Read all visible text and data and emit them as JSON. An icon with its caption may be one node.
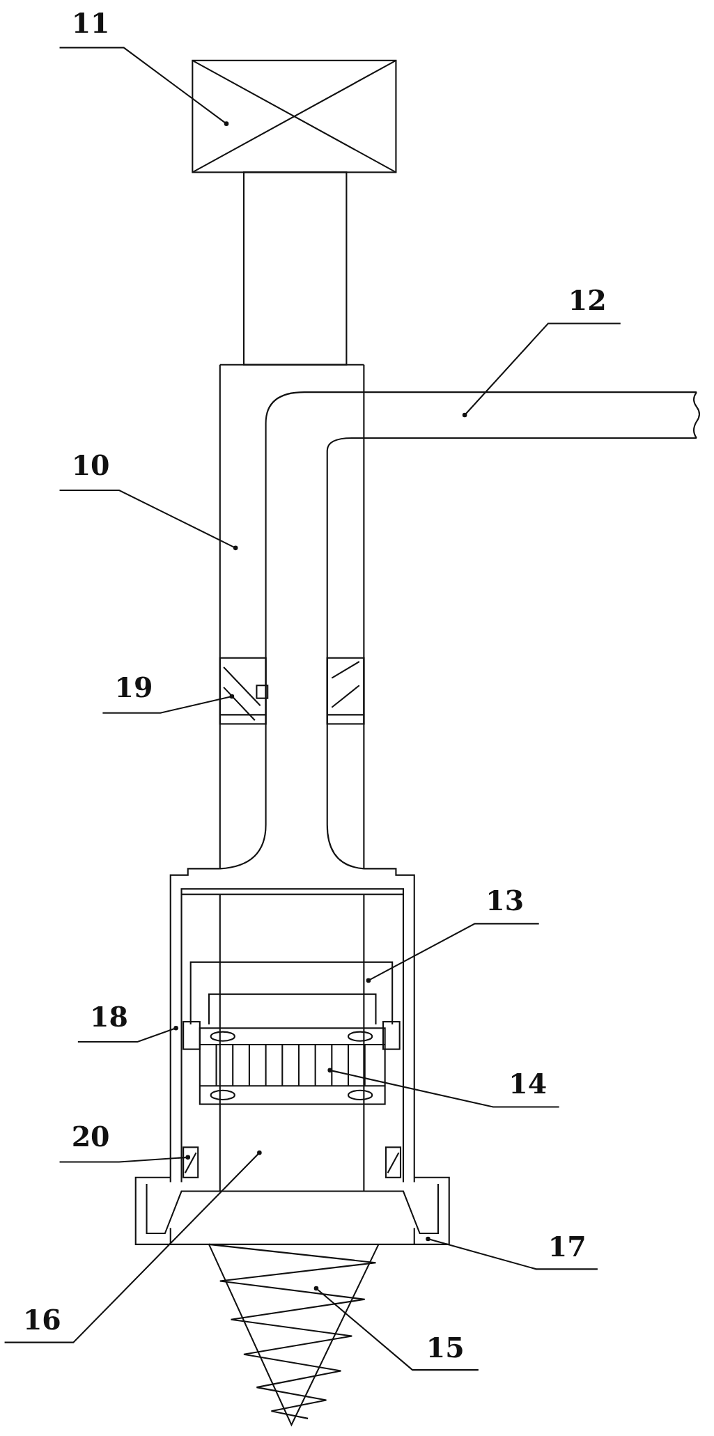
{
  "diagram": {
    "nodes": [
      {
        "text": [
          "11"
        ]
      },
      {
        "text": [
          "12"
        ]
      },
      {
        "text": [
          "10"
        ]
      },
      {
        "text": [
          "19"
        ]
      },
      {
        "text": [
          "13"
        ]
      },
      {
        "text": [
          "18"
        ]
      },
      {
        "text": [
          "14"
        ]
      },
      {
        "text": [
          "20"
        ]
      },
      {
        "text": [
          "17"
        ]
      },
      {
        "text": [
          "16"
        ]
      },
      {
        "text": [
          "15"
        ]
      }
    ],
    "edges": [
      {
        "from": 0,
        "to": null,
        "arrow": "other"
      },
      {
        "from": 1,
        "to": null,
        "arrow": "other"
      },
      {
        "from": 2,
        "to": null,
        "arrow": "other"
      },
      {
        "from": 3,
        "to": null,
        "arrow": "other"
      },
      {
        "from": 4,
        "to": null,
        "arrow": "other"
      },
      {
        "from": 5,
        "to": null,
        "arrow": "other"
      },
      {
        "from": 6,
        "to": null,
        "arrow": "other"
      },
      {
        "from": 7,
        "to": null,
        "arrow": "other"
      },
      {
        "from": 8,
        "to": null,
        "arrow": "other"
      },
      {
        "from": 9,
        "to": null,
        "arrow": "other"
      },
      {
        "from": 10,
        "to": null,
        "arrow": "other"
      }
    ]
  }
}
